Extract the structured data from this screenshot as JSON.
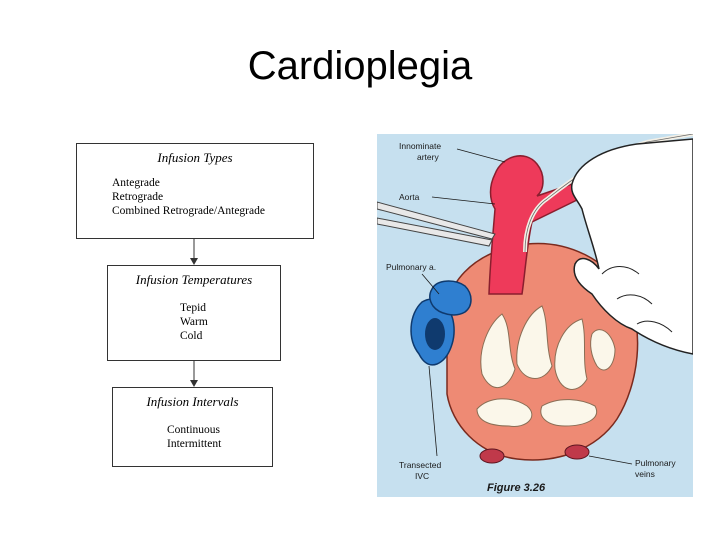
{
  "slide": {
    "title": "Cardioplegia"
  },
  "flowchart": [
    {
      "title": "Infusion Types",
      "items": [
        "Antegrade",
        "Retrograde",
        "Combined Retrograde/Antegrade"
      ]
    },
    {
      "title": "Infusion Temperatures",
      "items": [
        "Tepid",
        "Warm",
        "Cold"
      ]
    },
    {
      "title": "Infusion Intervals",
      "items": [
        "Continuous",
        "Intermittent"
      ]
    }
  ],
  "figure": {
    "labels": {
      "innominate_1": "Innominate",
      "innominate_2": "artery",
      "aorta": "Aorta",
      "pulmonary_a": "Pulmonary a.",
      "transected_1": "Transected",
      "transected_2": "IVC",
      "pulmonary_veins_1": "Pulmonary",
      "pulmonary_veins_2": "veins"
    },
    "caption": "Figure 3.26",
    "colors": {
      "background": "#c6e0ef",
      "aorta": "#ee3a5a",
      "heart": "#ee8a74",
      "fat": "#fbf7ea",
      "ivc": "#2f7fd0",
      "glove": "#ffffff"
    }
  }
}
